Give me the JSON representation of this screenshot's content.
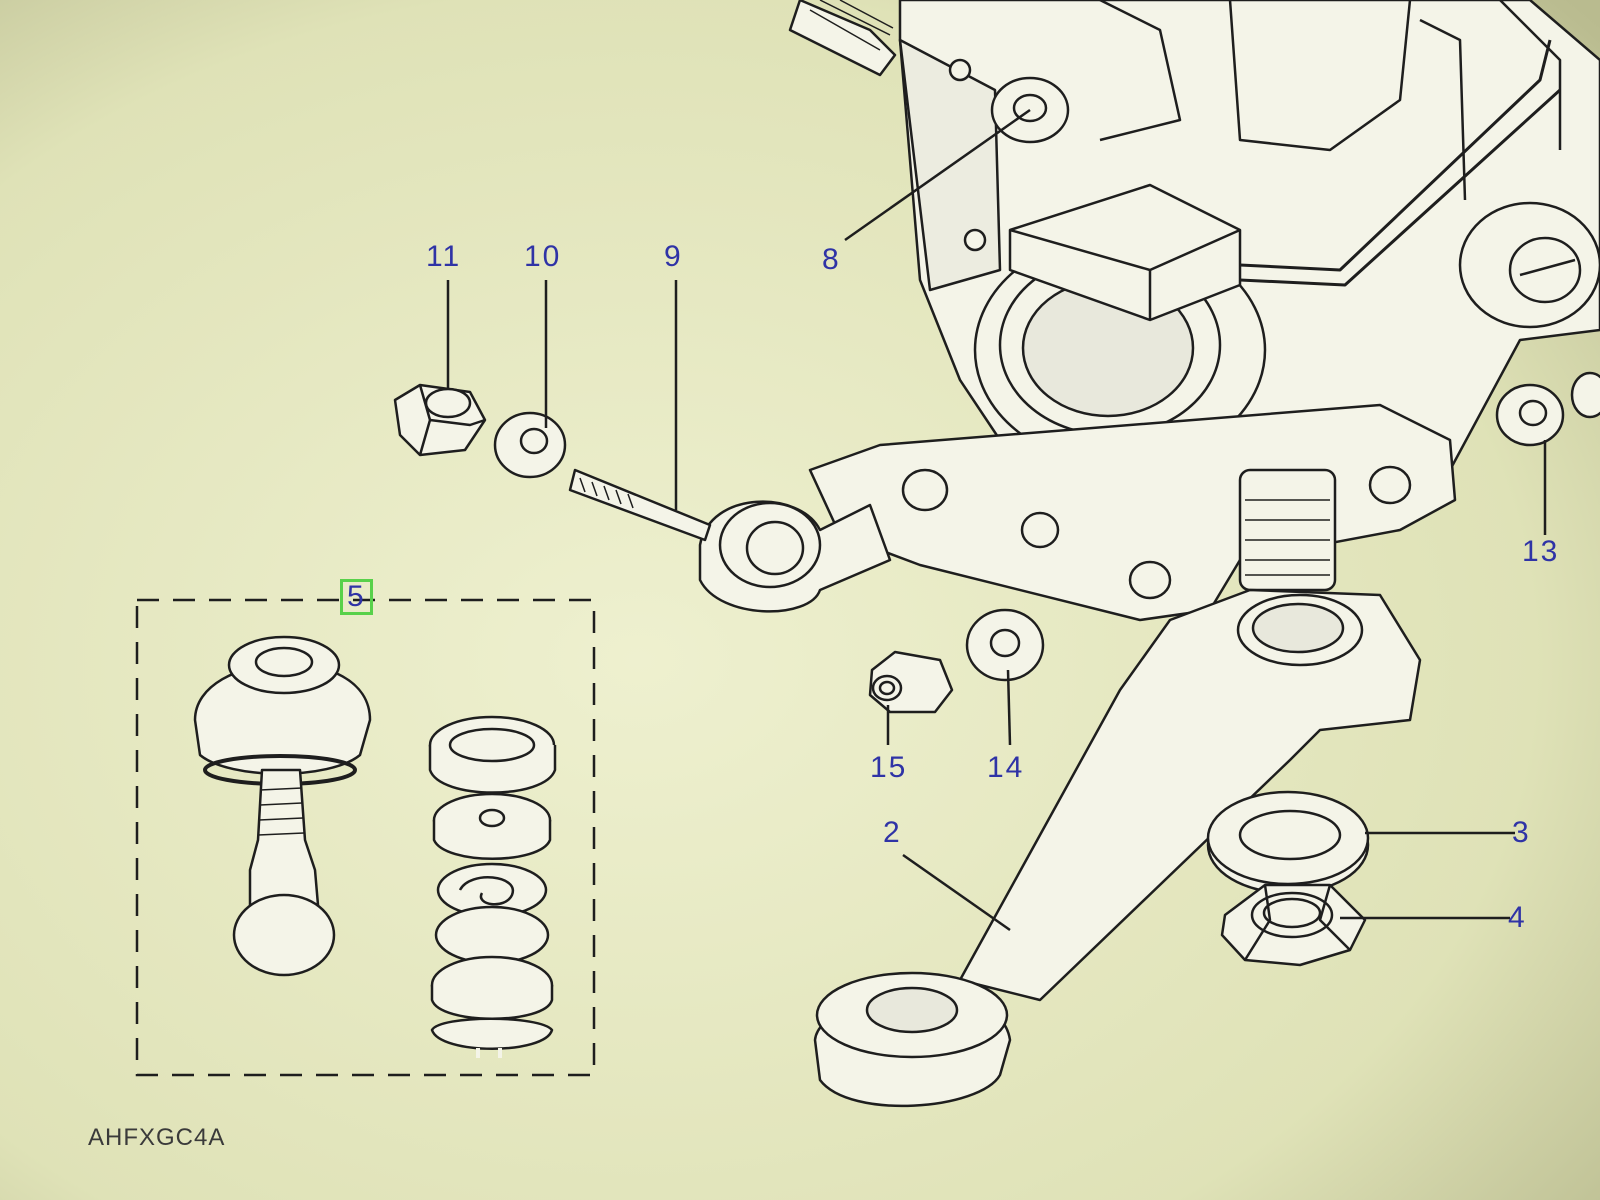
{
  "diagram": {
    "drawing_code": "AHFXGC4A",
    "part_labels": {
      "p2": "2",
      "p3": "3",
      "p4": "4",
      "p5": "5",
      "p8": "8",
      "p9": "9",
      "p10": "10",
      "p11": "11",
      "p13": "13",
      "p14": "14",
      "p15": "15"
    },
    "colors": {
      "background": "#e4e6bf",
      "line": "#1e1e1e",
      "label": "#2f33a6",
      "selected_box": "#58d14a"
    }
  }
}
